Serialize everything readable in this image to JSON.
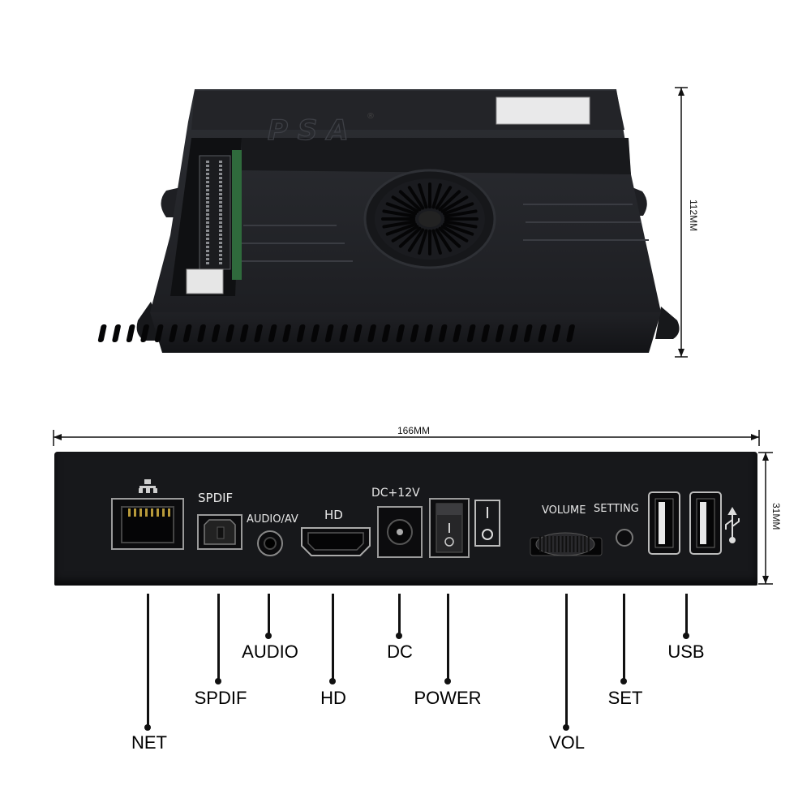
{
  "dimensions": {
    "depth": "112MM",
    "width": "166MM",
    "height": "31MM"
  },
  "case": {
    "logo": "PSA",
    "trademark": "®"
  },
  "panel_print": {
    "spdif": "SPDIF",
    "audio_av": "AUDIO/AV",
    "hd": "HD",
    "dc": "DC+12V",
    "volume": "VOLUME",
    "setting": "SETTING"
  },
  "callouts": {
    "net": "NET",
    "spdif": "SPDIF",
    "audio": "AUDIO",
    "hd": "HD",
    "dc": "DC",
    "power": "POWER",
    "vol": "VOL",
    "set": "SET",
    "usb": "USB"
  },
  "colors": {
    "case": "#1c1d20",
    "case_top": "#26282c",
    "panel": "#16171a",
    "line": "#111111"
  }
}
